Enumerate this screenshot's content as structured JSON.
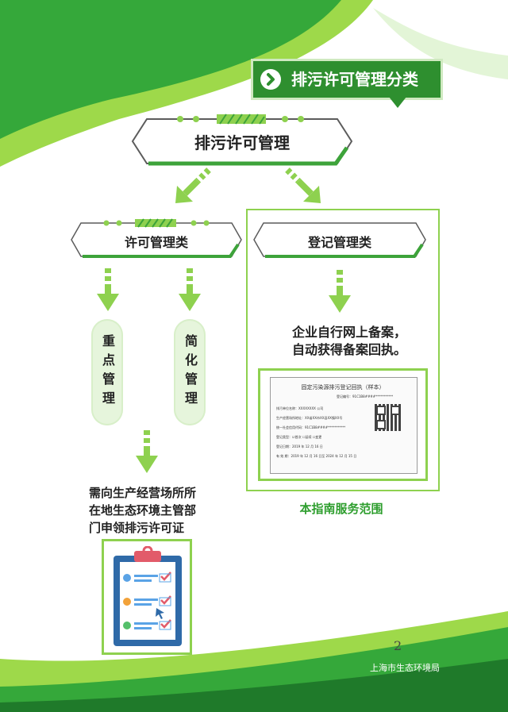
{
  "banner": {
    "title": "排污许可管理分类"
  },
  "top_node": {
    "label": "排污许可管理"
  },
  "left_branch": {
    "label": "许可管理类",
    "pill_left": "重点管理",
    "pill_right": "简化管理",
    "description": [
      "需向生产经营场所所",
      "在地生态环境主管部",
      "门申领排污许可证"
    ]
  },
  "right_branch": {
    "label": "登记管理类",
    "description": [
      "企业自行网上备案，",
      "自动获得备案回执。"
    ],
    "caption": "本指南服务范围",
    "certificate": {
      "title": "固定污染源排污登记回执（样本）",
      "number": "登记编号：91C1B8####***********",
      "rows": [
        "排污单位名称：XXXXXXXX 公司",
        "生产经营场所地址：XX省XX市XX县XX镇XX号",
        "统一社会信用代码：91C1B8####***********",
        "登记类型：☑首次 ☐延续 ☐变更",
        "登记日期：2019 年 12 月 16 日",
        "有 效 期：2019 年 12 月 16 日至 2024 年 12 月 15 日"
      ]
    }
  },
  "page_number": "2",
  "footer": {
    "org": "上海市生态环境局"
  },
  "colors": {
    "green": "#2e9e2e",
    "light_green": "#8ed14f",
    "dark_green": "#1f7a2a"
  }
}
